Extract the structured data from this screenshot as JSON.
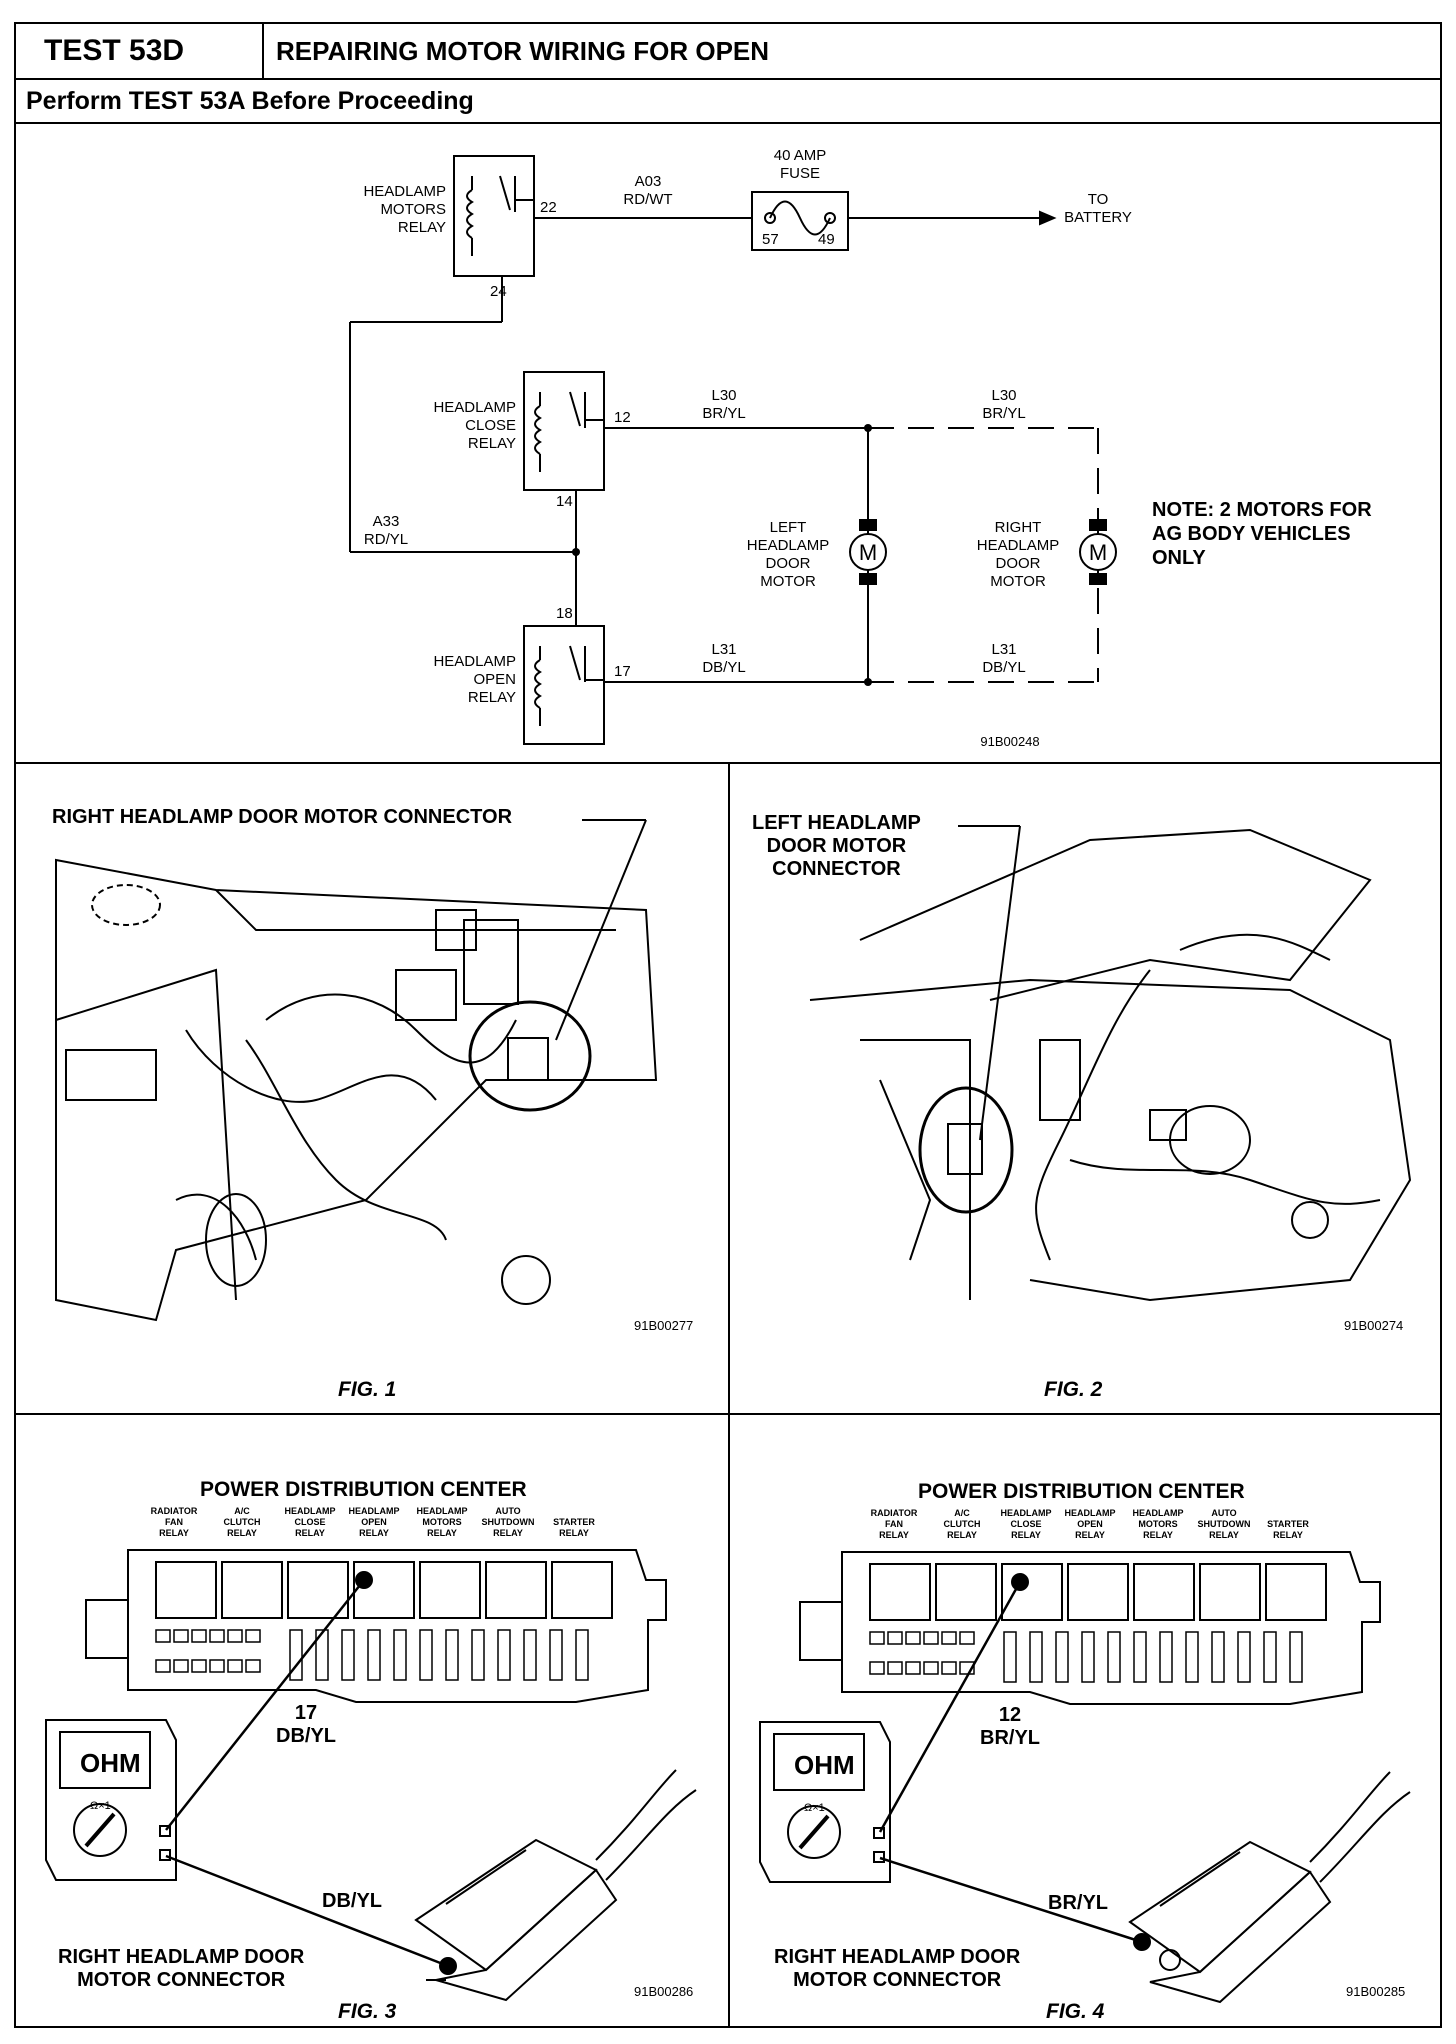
{
  "header": {
    "test_id": "TEST 53D",
    "title": "REPAIRING MOTOR WIRING FOR OPEN",
    "prereq": "Perform TEST 53A Before Proceeding"
  },
  "schematic": {
    "motors_relay": [
      "HEADLAMP",
      "MOTORS",
      "RELAY"
    ],
    "close_relay": [
      "HEADLAMP",
      "CLOSE",
      "RELAY"
    ],
    "open_relay": [
      "HEADLAMP",
      "OPEN",
      "RELAY"
    ],
    "fuse_label": [
      "40 AMP",
      "FUSE"
    ],
    "fuse_pins": [
      "57",
      "49"
    ],
    "to_battery": [
      "TO",
      "BATTERY"
    ],
    "pins": {
      "p22": "22",
      "p24": "24",
      "p12": "12",
      "p14": "14",
      "p18": "18",
      "p17": "17"
    },
    "wire_a03": [
      "A03",
      "RD/WT"
    ],
    "wire_a33": [
      "A33",
      "RD/YL"
    ],
    "wire_l30_left": [
      "L30",
      "BR/YL"
    ],
    "wire_l30_right": [
      "L30",
      "BR/YL"
    ],
    "wire_l31_left": [
      "L31",
      "DB/YL"
    ],
    "wire_l31_right": [
      "L31",
      "DB/YL"
    ],
    "left_motor": [
      "LEFT",
      "HEADLAMP",
      "DOOR",
      "MOTOR"
    ],
    "right_motor": [
      "RIGHT",
      "HEADLAMP",
      "DOOR",
      "MOTOR"
    ],
    "motor_symbol": "M",
    "note": [
      "NOTE: 2 MOTORS FOR",
      "AG BODY VEHICLES",
      "ONLY"
    ],
    "code": "91B00248"
  },
  "fig1": {
    "callout": "RIGHT HEADLAMP DOOR MOTOR CONNECTOR",
    "code": "91B00277",
    "caption": "FIG. 1"
  },
  "fig2": {
    "callout": [
      "LEFT HEADLAMP",
      "DOOR MOTOR",
      "CONNECTOR"
    ],
    "code": "91B00274",
    "caption": "FIG. 2"
  },
  "fig3": {
    "pdc_title": "POWER DISTRIBUTION CENTER",
    "relays": [
      [
        "RADIATOR",
        "FAN",
        "RELAY"
      ],
      [
        "A/C",
        "CLUTCH",
        "RELAY"
      ],
      [
        "HEADLAMP",
        "CLOSE",
        "RELAY"
      ],
      [
        "HEADLAMP",
        "OPEN",
        "RELAY"
      ],
      [
        "HEADLAMP",
        "MOTORS",
        "RELAY"
      ],
      [
        "AUTO",
        "SHUTDOWN",
        "RELAY"
      ],
      [
        "STARTER",
        "RELAY"
      ]
    ],
    "pin": [
      "17",
      "DB/YL"
    ],
    "meter": "OHM",
    "meter_range": "Ω×1",
    "wire": "DB/YL",
    "connector_label": [
      "RIGHT HEADLAMP DOOR",
      "MOTOR CONNECTOR"
    ],
    "code": "91B00286",
    "caption": "FIG. 3"
  },
  "fig4": {
    "pdc_title": "POWER DISTRIBUTION CENTER",
    "relays": [
      [
        "RADIATOR",
        "FAN",
        "RELAY"
      ],
      [
        "A/C",
        "CLUTCH",
        "RELAY"
      ],
      [
        "HEADLAMP",
        "CLOSE",
        "RELAY"
      ],
      [
        "HEADLAMP",
        "OPEN",
        "RELAY"
      ],
      [
        "HEADLAMP",
        "MOTORS",
        "RELAY"
      ],
      [
        "AUTO",
        "SHUTDOWN",
        "RELAY"
      ],
      [
        "STARTER",
        "RELAY"
      ]
    ],
    "pin": [
      "12",
      "BR/YL"
    ],
    "meter": "OHM",
    "meter_range": "Ω×1",
    "wire": "BR/YL",
    "connector_label": [
      "RIGHT HEADLAMP DOOR",
      "MOTOR CONNECTOR"
    ],
    "code": "91B00285",
    "caption": "FIG. 4"
  }
}
